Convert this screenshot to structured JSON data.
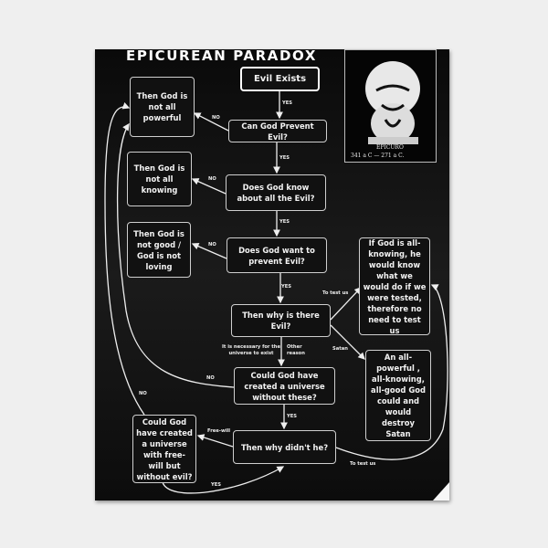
{
  "title": "EPICUREAN PARADOX",
  "portrait": {
    "name": "EPICURO",
    "dates": "341 a C  — 271 a C."
  },
  "nodes": {
    "evil_exists": "Evil Exists",
    "can_prevent": "Can God Prevent Evil?",
    "not_powerful": "Then God is not all powerful",
    "know_about": "Does God know about all the Evil?",
    "not_knowing": "Then God is not all knowing",
    "want_prevent": "Does God want to prevent Evil?",
    "not_good": "Then God is not good / God is not loving",
    "why_evil": "Then why is there Evil?",
    "test_us": "If God is all-knowing, he would know what we would do if we were tested, therefore no need to test us",
    "satan": "An all-powerful , all-knowing, all-good God could and would destroy Satan",
    "without_these": "Could God have created a universe without these?",
    "why_didnt": "Then why didn't he?",
    "free_will": "Could God have created a universe with free-will but without evil?"
  },
  "edge_labels": {
    "yes": "YES",
    "no": "NO",
    "to_test_us": "To test us",
    "satan": "Satan",
    "necessary": "It is necessary for the universe to exist",
    "other_reason": "Other reason",
    "free_will": "Free-will"
  }
}
